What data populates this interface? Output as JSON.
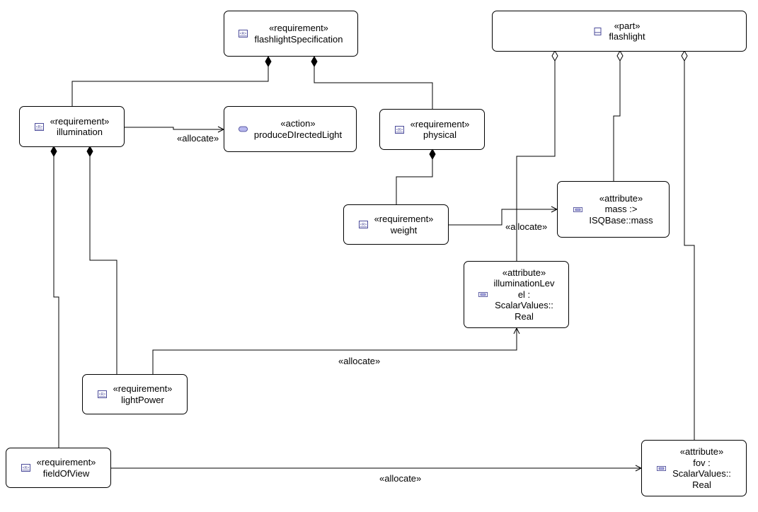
{
  "nodes": {
    "flashlightSpecification": {
      "stereotype": "«requirement»",
      "name": "flashlightSpecification",
      "icon": "requirement-icon"
    },
    "flashlight": {
      "stereotype": "«part»",
      "name": "flashlight",
      "icon": "part-icon"
    },
    "illumination": {
      "stereotype": "«requirement»",
      "name": "illumination",
      "icon": "requirement-icon"
    },
    "produceDirectedLight": {
      "stereotype": "«action»",
      "name": "produceDIrectedLight",
      "icon": "action-icon"
    },
    "physical": {
      "stereotype": "«requirement»",
      "name": "physical",
      "icon": "requirement-icon"
    },
    "weight": {
      "stereotype": "«requirement»",
      "name": "weight",
      "icon": "requirement-icon"
    },
    "mass": {
      "stereotype": "«attribute»",
      "name_lines": [
        "mass :>",
        "ISQBase::mass"
      ],
      "icon": "attribute-icon"
    },
    "illuminationLevel": {
      "stereotype": "«attribute»",
      "name_lines": [
        "illuminationLev",
        "el :",
        "ScalarValues::",
        "Real"
      ],
      "icon": "attribute-icon"
    },
    "lightPower": {
      "stereotype": "«requirement»",
      "name": "lightPower",
      "icon": "requirement-icon"
    },
    "fieldOfView": {
      "stereotype": "«requirement»",
      "name": "fieldOfView",
      "icon": "requirement-icon"
    },
    "fov": {
      "stereotype": "«attribute»",
      "name_lines": [
        "fov :",
        "ScalarValues::",
        "Real"
      ],
      "icon": "attribute-icon"
    }
  },
  "edge_labels": {
    "allocate_illumination": "«allocate»",
    "allocate_weight": "«allocate»",
    "allocate_lightPower": "«allocate»",
    "allocate_fieldOfView": "«allocate»"
  },
  "icon_labels": {
    "requirement": "<R>"
  },
  "colors": {
    "line": "#000000",
    "icon_stroke": "#4b4b9a",
    "icon_fill": "#b8b8ee",
    "node_fill": "#ffffff"
  }
}
